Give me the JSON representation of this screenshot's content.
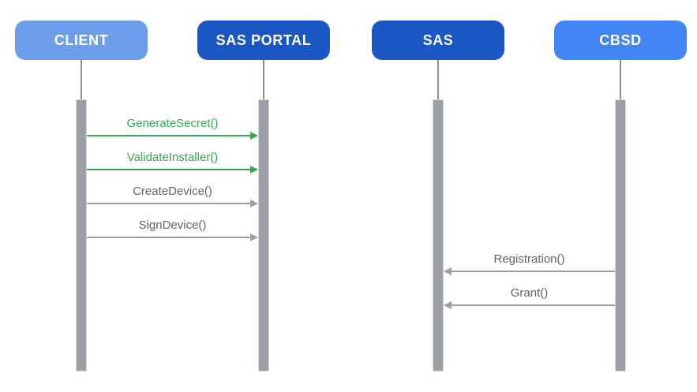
{
  "diagram": {
    "type": "sequence",
    "actors": [
      {
        "id": "client",
        "label": "CLIENT",
        "color": "#6D9EEB",
        "text_color": "#FFFFFF"
      },
      {
        "id": "sas-portal",
        "label": "SAS PORTAL",
        "color": "#1A56C4",
        "text_color": "#FFFFFF"
      },
      {
        "id": "sas",
        "label": "SAS",
        "color": "#1A56C4",
        "text_color": "#FFFFFF"
      },
      {
        "id": "cbsd",
        "label": "CBSD",
        "color": "#4285F4",
        "text_color": "#FFFFFF"
      }
    ],
    "messages": [
      {
        "id": "generate-secret",
        "label": "GenerateSecret()",
        "from": "CLIENT",
        "to": "SAS PORTAL",
        "line_color": "#34A853",
        "label_color": "#34A853"
      },
      {
        "id": "validate-installer",
        "label": "ValidateInstaller()",
        "from": "CLIENT",
        "to": "SAS PORTAL",
        "line_color": "#34A853",
        "label_color": "#34A853"
      },
      {
        "id": "create-device",
        "label": "CreateDevice()",
        "from": "CLIENT",
        "to": "SAS PORTAL",
        "line_color": "#9AA0A6",
        "label_color": "#5F6368"
      },
      {
        "id": "sign-device",
        "label": "SignDevice()",
        "from": "CLIENT",
        "to": "SAS PORTAL",
        "line_color": "#9AA0A6",
        "label_color": "#5F6368"
      },
      {
        "id": "registration",
        "label": "Registration()",
        "from": "CBSD",
        "to": "SAS",
        "line_color": "#9AA0A6",
        "label_color": "#5F6368"
      },
      {
        "id": "grant",
        "label": "Grant()",
        "from": "CBSD",
        "to": "SAS",
        "line_color": "#9AA0A6",
        "label_color": "#5F6368"
      }
    ],
    "colors": {
      "background": "#FFFFFF",
      "lifeline_bar": "#9AA0A6",
      "lifeline_bar_border": "#D8DADD",
      "lifeline_connector": "#8A8F95",
      "green_accent": "#34A853",
      "gray_arrow": "#9AA0A6",
      "gray_label": "#5F6368"
    }
  }
}
